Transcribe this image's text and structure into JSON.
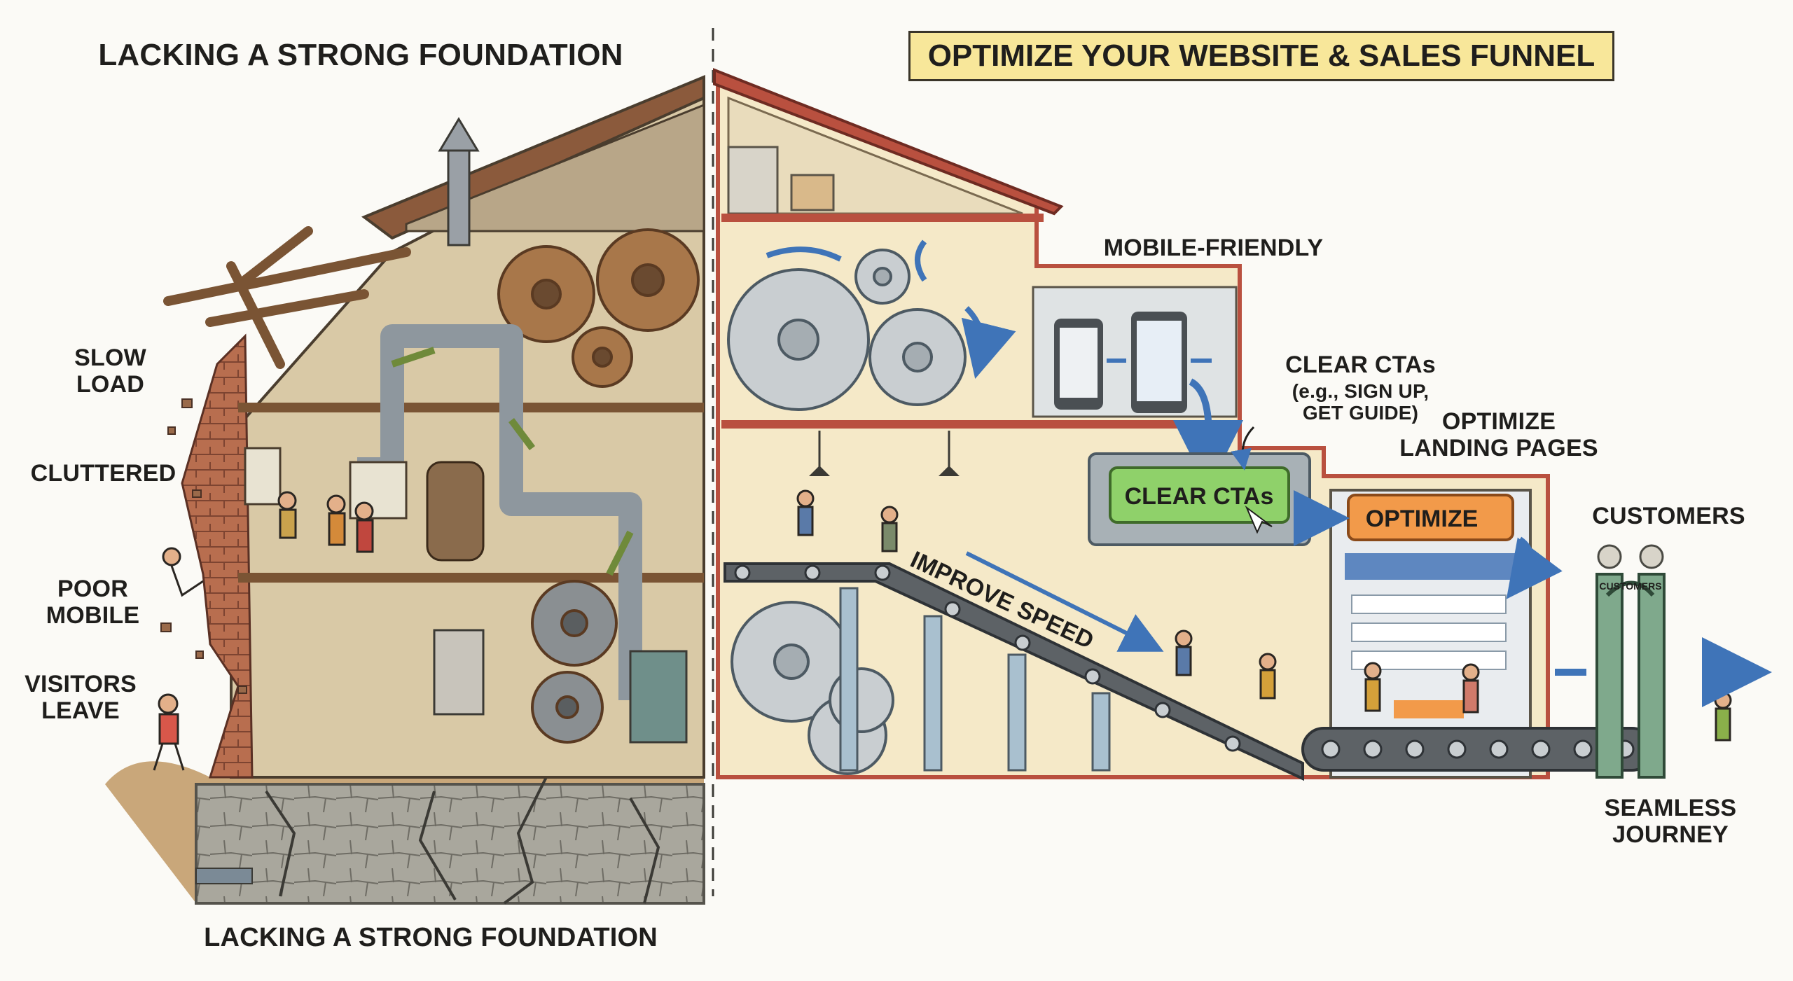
{
  "left_panel": {
    "title": "LACKING A STRONG FOUNDATION",
    "problems": [
      {
        "label": "SLOW\nLOAD"
      },
      {
        "label": "CLUTTERED"
      },
      {
        "label": "POOR\nMOBILE"
      },
      {
        "label": "VISITORS\nLEAVE"
      }
    ],
    "bottom_caption": "LACKING A STRONG FOUNDATION"
  },
  "right_panel": {
    "title": "OPTIMIZE YOUR WEBSITE & SALES FUNNEL",
    "mobile_label": "MOBILE-FRIENDLY",
    "cta_heading": "CLEAR CTAs",
    "cta_examples": "(e.g., SIGN UP,\nGET GUIDE)",
    "cta_sign": "CLEAR CTAs",
    "landing_label": "OPTIMIZE\nLANDING PAGES",
    "optimize_sign": "OPTIMIZE",
    "speed_label": "IMPROVE SPEED",
    "customers_label": "CUSTOMERS",
    "gate_sign": "CUSTOMERS",
    "journey_label": "SEAMLESS\nJOURNEY"
  },
  "colors": {
    "title_highlight": "#f8e79a",
    "cta_green": "#8fd16a",
    "optimize_orange": "#f29a4a",
    "roof_red": "#b9503f",
    "wall_cream": "#f5e9c8",
    "gate_green": "#7fa98c"
  }
}
